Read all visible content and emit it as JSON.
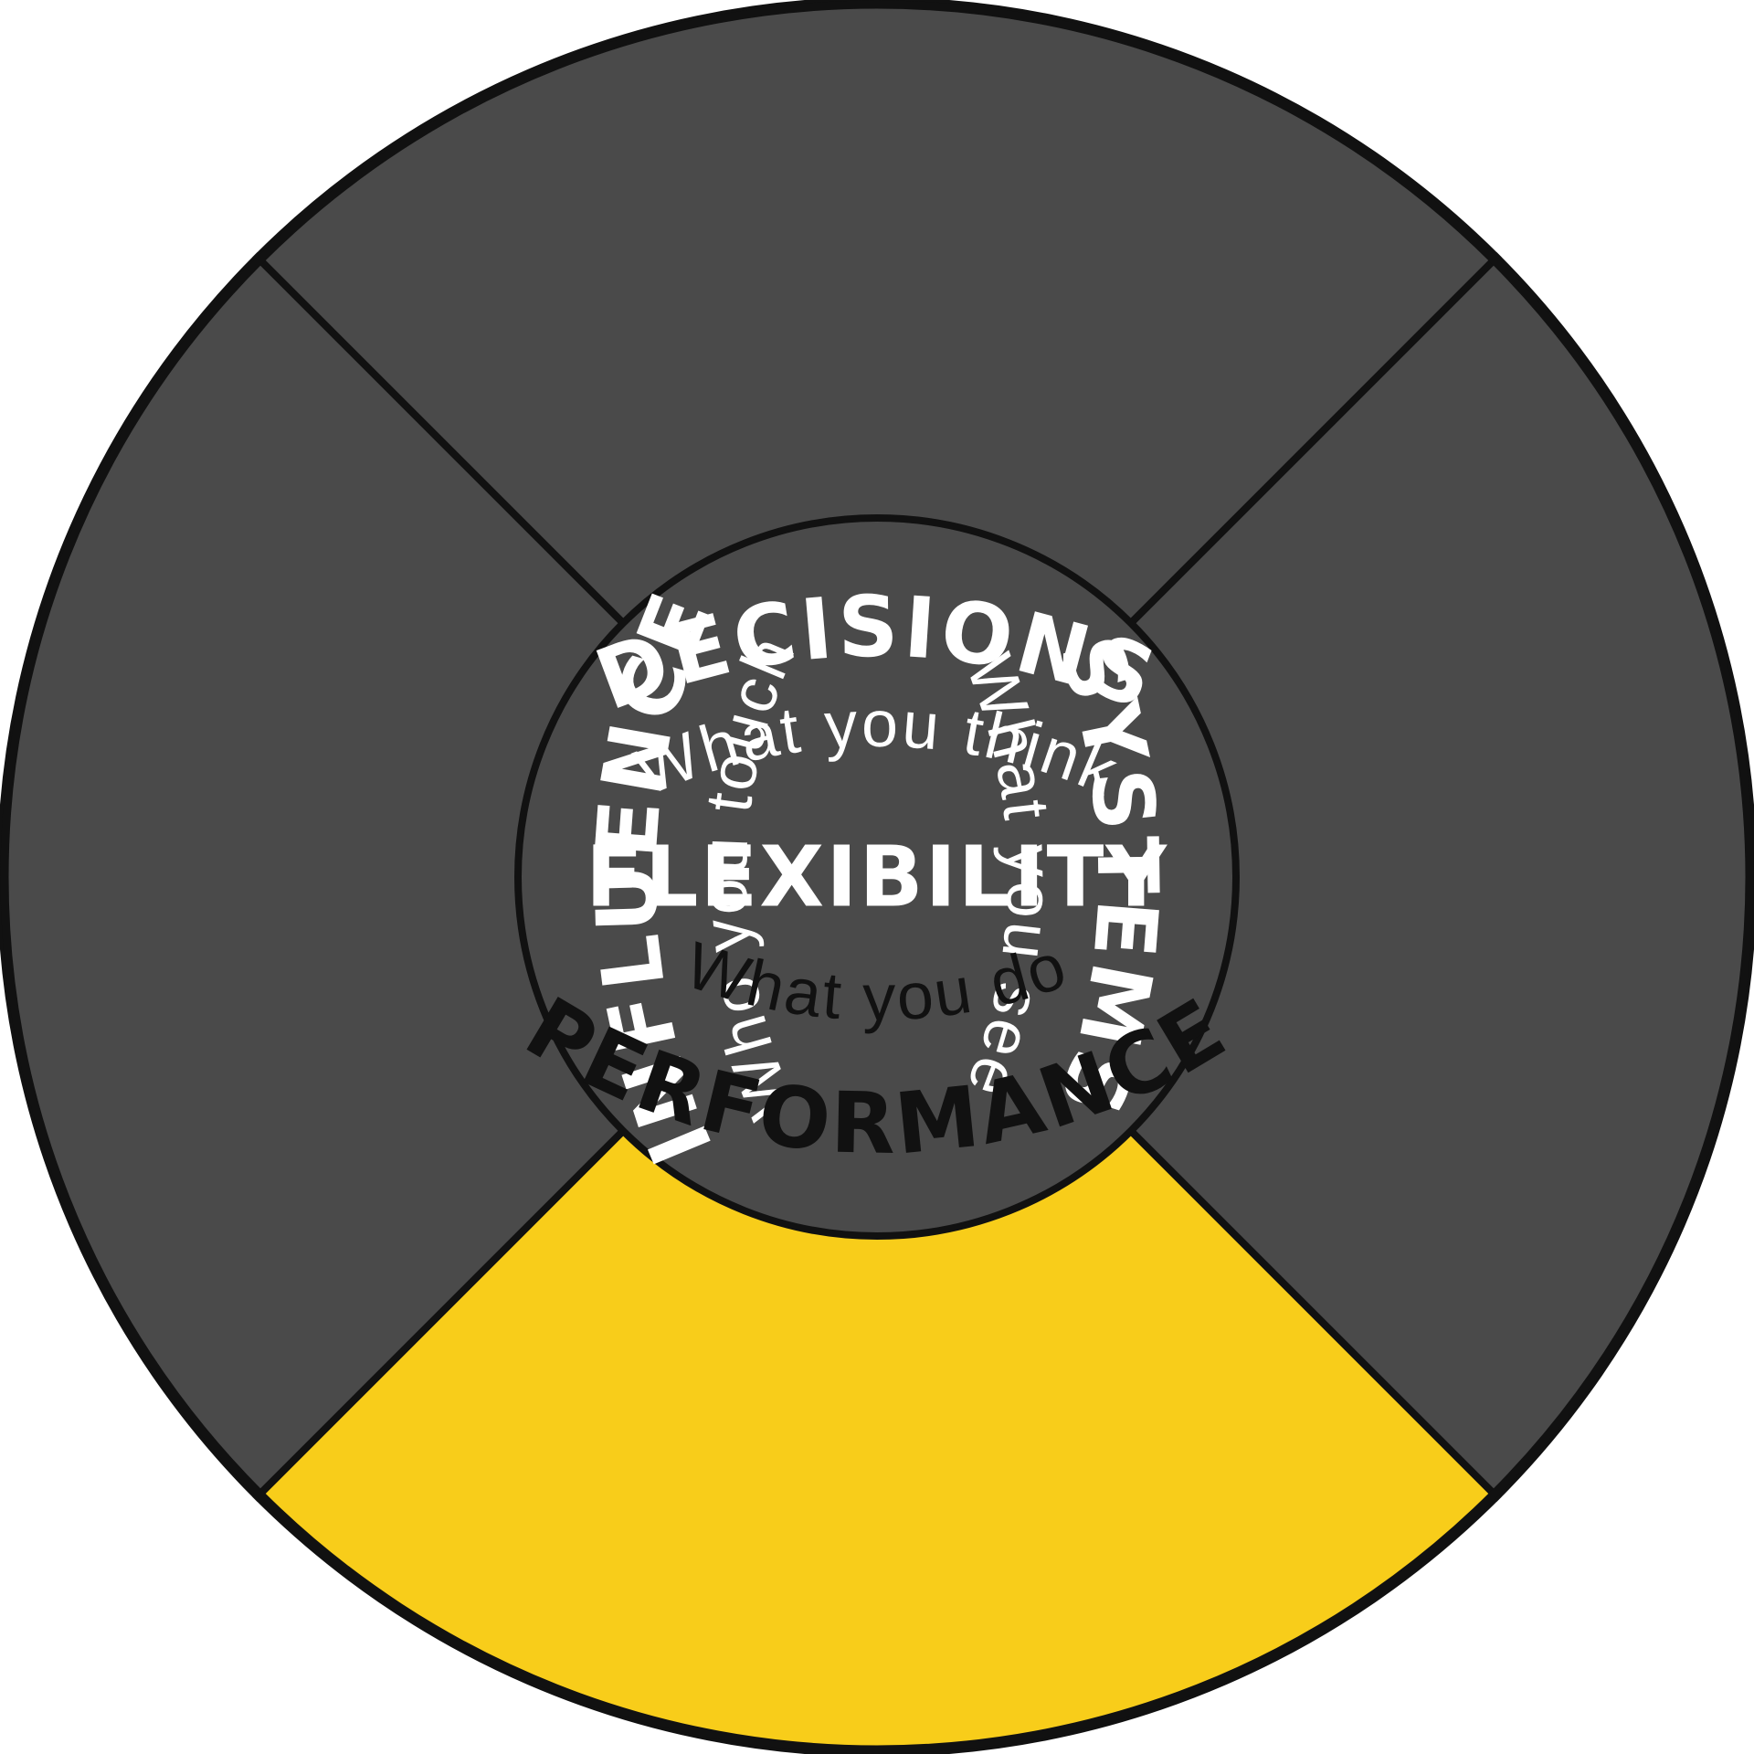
{
  "center": {
    "label": "FLEXIBILITY"
  },
  "segments": [
    {
      "id": "decisions",
      "title": "DECISIONS",
      "subtitle": "What you think",
      "highlighted": false
    },
    {
      "id": "systems",
      "title": "SYSTEMS",
      "subtitle": "What you see",
      "highlighted": false
    },
    {
      "id": "performance",
      "title": "PERFORMANCE",
      "subtitle": "What you do",
      "highlighted": true
    },
    {
      "id": "influence",
      "title": "INFLUENCE",
      "subtitle": "Who you touch",
      "highlighted": false
    }
  ],
  "colors": {
    "segment_fill": "#4a4a4a",
    "highlight_fill": "#f8cd1a",
    "outline": "#111111",
    "text_on_dark": "#ffffff",
    "text_on_highlight": "#111111"
  }
}
